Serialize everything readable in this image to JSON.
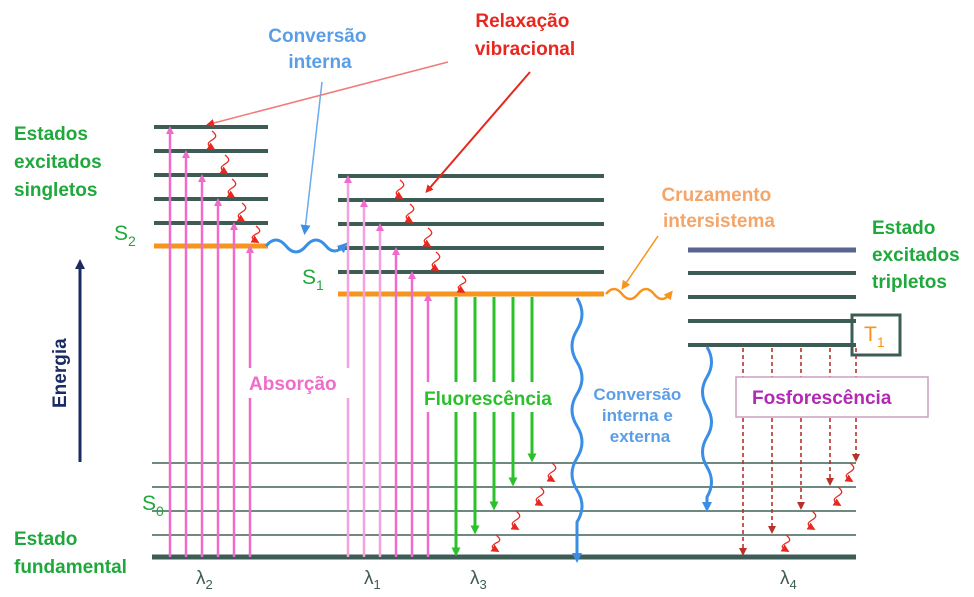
{
  "labels": {
    "excited_singlets": [
      "Estados",
      "excitados",
      "singletos"
    ],
    "ground_state": [
      "Estado",
      "fundamental"
    ],
    "excited_triplets": [
      "Estado",
      "excitados",
      "tripletos"
    ],
    "internal_conversion": [
      "Conversão",
      "interna"
    ],
    "vibrational_relaxation": [
      "Relaxação",
      "vibracional"
    ],
    "intersystem_crossing": [
      "Cruzamento",
      "intersistema"
    ],
    "absorption": "Absorção",
    "fluorescence": "Fluorescência",
    "phosphorescence": "Fosforescência",
    "int_ext_conversion": [
      "Conversão",
      "interna e",
      "externa"
    ],
    "energy_axis": "Energia"
  },
  "states": {
    "s2": {
      "letter": "S",
      "sub": "2"
    },
    "s1": {
      "letter": "S",
      "sub": "1"
    },
    "s0": {
      "letter": "S",
      "sub": "0"
    },
    "t1": {
      "letter": "T",
      "sub": "1"
    }
  },
  "wavelengths": [
    {
      "letter": "λ",
      "sub": "2"
    },
    {
      "letter": "λ",
      "sub": "1"
    },
    {
      "letter": "λ",
      "sub": "3"
    },
    {
      "letter": "λ",
      "sub": "4"
    }
  ],
  "colors": {
    "level": "#3d5c55",
    "orange": "#f7941d",
    "pink": "#f06ccb",
    "green": "#2dc02d",
    "blue": "#3a8ee6",
    "red": "#e8271f",
    "dark_red": "#b8322b",
    "green_text": "#1fa83c",
    "navy": "#1b2c63",
    "magenta": "#b22ab4",
    "triplet_top": "#5a6490"
  }
}
